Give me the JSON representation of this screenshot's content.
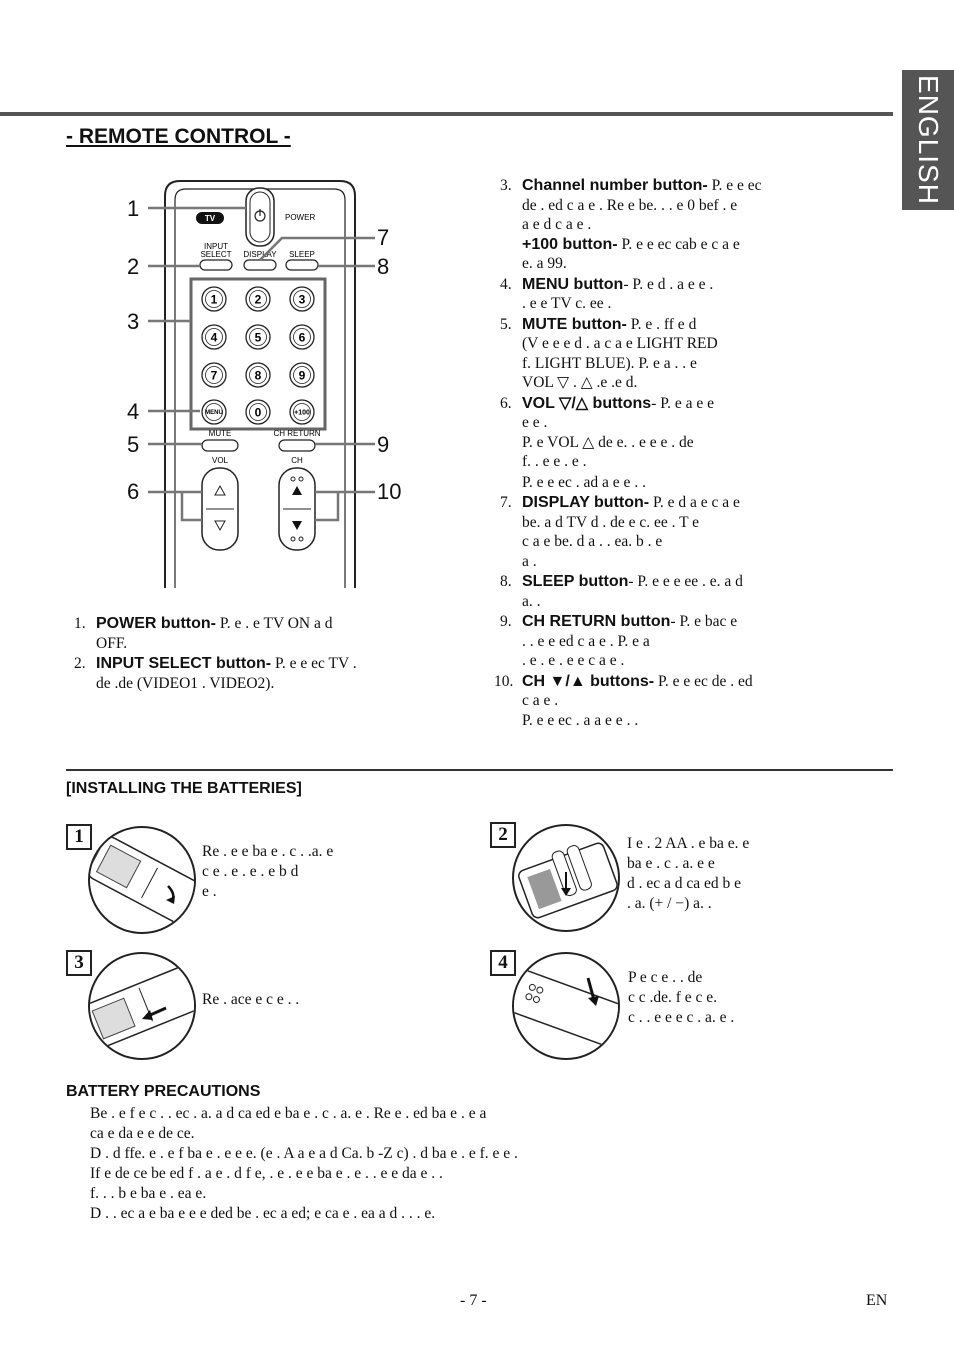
{
  "side_tab": "ENGLISH",
  "title": "- REMOTE CONTROL -",
  "remote": {
    "tv_label": "TV",
    "power_label": "POWER",
    "input_select_label_1": "INPUT",
    "input_select_label_2": "SELECT",
    "display_label": "DISPLAY",
    "sleep_label": "SLEEP",
    "keys": [
      "1",
      "2",
      "3",
      "4",
      "5",
      "6",
      "7",
      "8",
      "9"
    ],
    "menu_key": "MENU",
    "zero_key": "0",
    "plus100_key": "+100",
    "mute_label": "MUTE",
    "ch_return_label": "CH RETURN",
    "vol_label": "VOL",
    "ch_label": "CH",
    "callouts_left": [
      "1",
      "2",
      "3",
      "4",
      "5",
      "6"
    ],
    "callouts_right": [
      "7",
      "8",
      "9",
      "10"
    ]
  },
  "buttons_left": [
    {
      "num": "1.",
      "name": "POWER button-",
      "desc": " P. e          .     e TV ON a  d\nOFF."
    },
    {
      "num": "2.",
      "name": "INPUT SELECT button-",
      "desc": " P. e          e ec  TV    .\nde              .de (VIDEO1   .  VIDEO2)."
    }
  ],
  "buttons_right": [
    {
      "num": "3.",
      "name": "Channel number button-",
      "desc": " P. e          e ec\nde  . ed c  a    e   . Re   e   be.   . .  e      0   bef  . e\na       e d       c  a   e   .",
      "sub_name": "+100 button-",
      "sub_desc": " P. e          e ec  cab e c  a    e\n     e.    a   99."
    },
    {
      "num": "4.",
      "name": "MENU button",
      "desc": "- P. e          d   .   a      e   e    .\n  . e            e TV  c. ee  ."
    },
    {
      "num": "5.",
      "name": "MUTE button-",
      "desc": " P. e                .   ff      e           d\n(V         e    e   e   d   .   a   c  a     e  LIGHT RED\nf.         LIGHT BLUE). P. e            a       .   .  e\nVOL ▽   .  △       .e     .e         d."
    },
    {
      "num": "6.",
      "name": "VOL ▽/△ buttons",
      "desc": "- P. e          a           e               e\n  e  e  .\nP. e     VOL △       de  e. .    e      e   e          .   de\nf.    .   e     e     .      e   ."
    },
    {
      "num": "",
      "name": "",
      "desc": "P. e          e ec     . ad        a     e         e   .  ."
    },
    {
      "num": "7.",
      "name": "DISPLAY button-",
      "desc": " P. e          d     a       e  c  a      e\n      be.  a d TV          d     . de          e  c. ee  . T  e\nc  a      e           be.          d   a . . ea.  b     .  e\n     a   ."
    },
    {
      "num": "8.",
      "name": "SLEEP button",
      "desc": "- P. e            e       e    ee         .   e.  a  d\n  a.     ."
    },
    {
      "num": "9.",
      "name": "CH RETURN button",
      "desc": "- P. e               bac              e\n  .  . e                  e     ed c  a     e  . P. e            a\n. e     .              e  . e  e    c  a    e  ."
    },
    {
      "num": "10.",
      "name": "CH ▼/▲ buttons-",
      "desc": " P. e          e ec  de   . ed\nc  a     e   .\nP. e          e ec    .   a        a      e         e   .  ."
    }
  ],
  "install_heading": "[INSTALLING THE BATTERIES]",
  "steps": [
    {
      "num": "1",
      "text": "Re    .   e     e ba  e .   c     .  .a.      e\nc    e .        e   . e   .  e           b        d\n          e              ."
    },
    {
      "num": "2",
      "text": "I      e .   2   AA   .  e          ba  e.  e\n      ba  e .   c     . a.       e               e\nd  . ec         a       d ca ed b       e\n  .    a.     (+ / −)      a.          ."
    },
    {
      "num": "3",
      "text": "Re  .  ace      e  c    e . ."
    },
    {
      "num": "4",
      "text": "P         e  c   e .                 .       de\n  c  c           .de.    f      e  c   e.\nc     .  .  e  e          e  c    .  a.      e  ."
    }
  ],
  "precautions_heading": "BATTERY PRECAUTIONS",
  "precautions": [
    "Be    .  e     f                e  c   .  . ec     .    a.        a          d ca ed           e ba  e .  c      .  a.      e    . Re   e .  ed ba  e .  e       a\nca     e da          e          e de   ce.",
    "D          .   d ffe. e          .  e       f  ba  e .  e           e      e. (e      . A      a     e  a  d Ca. b      -Z    c)     .   d ba  e .  e                f. e            e   .",
    "If      e de   ce                 be       ed f  .   a              e .     d      f             e,  . e       .   e       e ba  e .  e        .  . e  e     da          e     .               .\nf.    .   .        b  e ba  e .    ea          e.",
    "D                .          . ec   a       e ba  e  e                  e  ded        be  . ec   a       ed;      e  ca             e .   ea   a  d  .    .         .  e."
  ],
  "page_number": "- 7 -",
  "lang_code": "EN"
}
